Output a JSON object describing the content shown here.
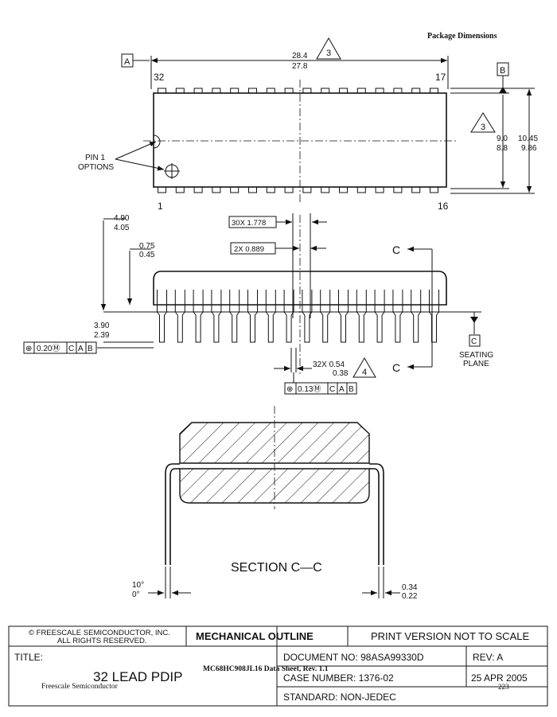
{
  "header": {
    "title": "Package Dimensions"
  },
  "top_view": {
    "datum_a": "A",
    "datum_b": "B",
    "length_max": "28.4",
    "length_min": "27.8",
    "note_3": "3",
    "pin_32": "32",
    "pin_17": "17",
    "pin_1": "1",
    "pin_16": "16",
    "pin1_label_1": "PIN 1",
    "pin1_label_2": "OPTIONS",
    "body_width_max": "9.0",
    "body_width_min": "8.8",
    "overall_width_max": "10.45",
    "overall_width_min": "9.86"
  },
  "side_view": {
    "height_max": "4.90",
    "height_min": "4.05",
    "standoff_max": "0.75",
    "standoff_min": "0.45",
    "pitch": "30X 1.778",
    "end_pitch": "2X 0.889",
    "lead_len_max": "3.90",
    "lead_len_min": "2.39",
    "tolerance_left": [
      "⊕",
      "0.20Ⓜ",
      "C",
      "A",
      "B"
    ],
    "lead_width": "32X 0.54",
    "lead_width_min": "0.38",
    "note_4": "4",
    "tolerance_bottom": [
      "⊕",
      "0.13Ⓜ",
      "C",
      "A",
      "B"
    ],
    "section_c_top": "C",
    "section_c_bottom": "C",
    "datum_c": "C",
    "seating_1": "SEATING",
    "seating_2": "PLANE"
  },
  "section_view": {
    "title": "SECTION C—C",
    "angle_max": "10°",
    "angle_min": "0°",
    "thickness_max": "0.34",
    "thickness_min": "0.22"
  },
  "title_block": {
    "copyright_1": "© FREESCALE SEMICONDUCTOR, INC.",
    "copyright_2": "ALL RIGHTS RESERVED.",
    "mechanical": "MECHANICAL OUTLINE",
    "print_version": "PRINT VERSION NOT TO SCALE",
    "title_label": "TITLE:",
    "title_value": "32 LEAD PDIP",
    "document_no": "DOCUMENT NO: 98ASA99330D",
    "rev": "REV: A",
    "case_number": "CASE NUMBER: 1376-02",
    "date": "25 APR 2005",
    "standard": "STANDARD: NON-JEDEC"
  },
  "footer": {
    "datasheet": "MC68HC908JL16 Data Sheet, Rev. 1.1",
    "company": "Freescale Semiconductor",
    "page": "223"
  }
}
